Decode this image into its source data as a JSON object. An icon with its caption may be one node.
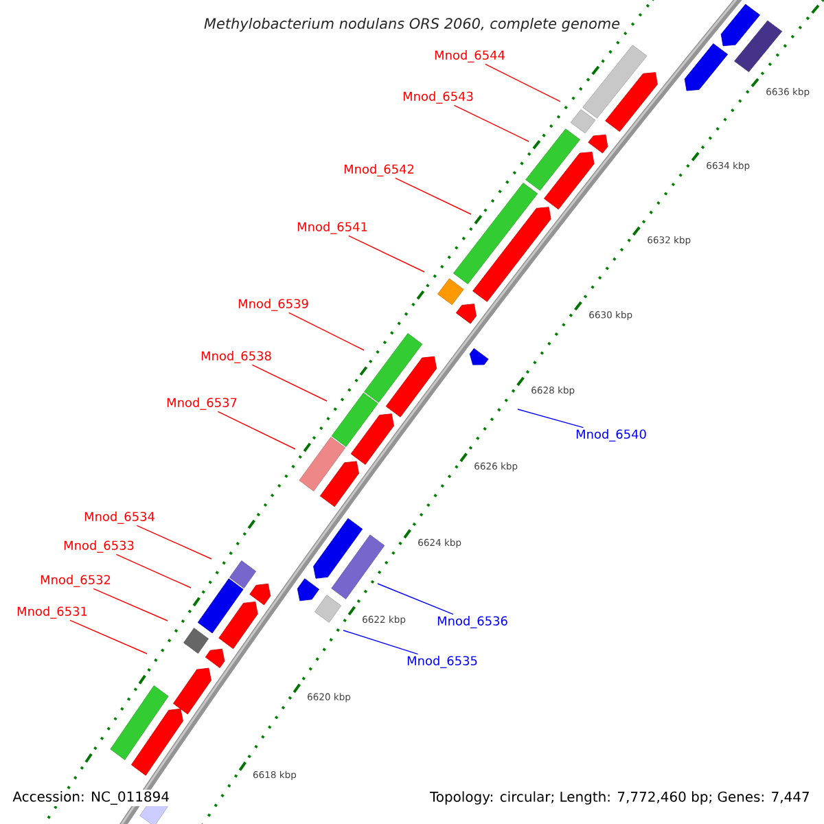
{
  "diagram": {
    "title": "Methylobacterium nodulans ORS 2060, complete genome",
    "nodes": [
      {
        "text": [
          "Mnod_6544"
        ]
      },
      {
        "text": [
          "Mnod_6543"
        ]
      },
      {
        "text": [
          "Mnod_6542"
        ]
      },
      {
        "text": [
          "Mnod_6541"
        ]
      },
      {
        "text": [
          "Mnod_6539"
        ]
      },
      {
        "text": [
          "Mnod_6538"
        ]
      },
      {
        "text": [
          "Mnod_6537"
        ]
      },
      {
        "text": [
          "Mnod_6540"
        ]
      },
      {
        "text": [
          "Mnod_6534"
        ]
      },
      {
        "text": [
          "Mnod_6533"
        ]
      },
      {
        "text": [
          "Mnod_6532"
        ]
      },
      {
        "text": [
          "Mnod_6531"
        ]
      },
      {
        "text": [
          "Mnod_6536"
        ]
      },
      {
        "text": [
          "Mnod_6535"
        ]
      }
    ],
    "edges": [
      {
        "from": 0,
        "to": null,
        "arrow": "none"
      },
      {
        "from": 1,
        "to": null,
        "arrow": "none"
      },
      {
        "from": 2,
        "to": null,
        "arrow": "none"
      },
      {
        "from": 3,
        "to": null,
        "arrow": "none"
      },
      {
        "from": 4,
        "to": null,
        "arrow": "none"
      },
      {
        "from": 5,
        "to": null,
        "arrow": "none"
      },
      {
        "from": 6,
        "to": null,
        "arrow": "none"
      },
      {
        "from": 7,
        "to": null,
        "arrow": "none",
        "color": "#0000ff"
      },
      {
        "from": 8,
        "to": null,
        "arrow": "none"
      },
      {
        "from": 9,
        "to": null,
        "arrow": "none"
      },
      {
        "from": 10,
        "to": null,
        "arrow": "none"
      },
      {
        "from": 11,
        "to": null,
        "arrow": "none"
      },
      {
        "from": 12,
        "to": null,
        "arrow": "none",
        "color": "#0000ff"
      },
      {
        "from": 13,
        "to": null,
        "arrow": "none",
        "color": "#0000ff"
      }
    ],
    "labels": [
      "6636 kbp",
      "6634 kbp",
      "6632 kbp",
      "6630 kbp",
      "6628 kbp",
      "6626 kbp",
      "6624 kbp",
      "6622 kbp",
      "6620 kbp",
      "6618 kbp",
      "Accession: NC_011894",
      "Topology: circular; Length: 7,772,460 bp; Genes: 7,447"
    ]
  }
}
